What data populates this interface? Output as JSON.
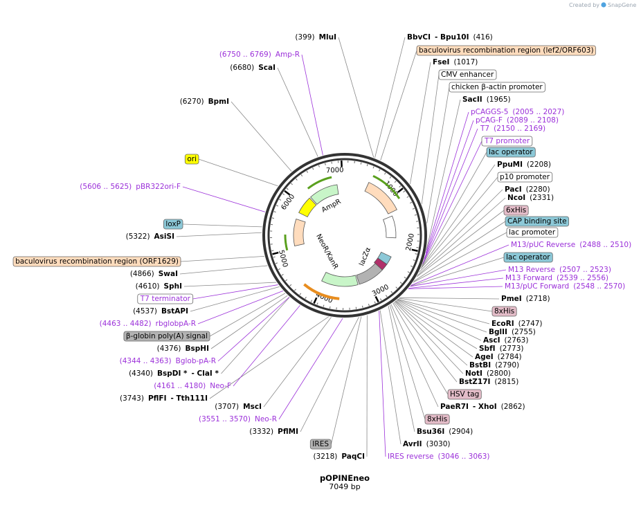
{
  "credit": {
    "created_by": "Created by",
    "brand": "SnapGene"
  },
  "map": {
    "name": "pOPINEneo",
    "length": "7049 bp",
    "ring_ticks": [
      "1000",
      "2000",
      "3000",
      "4000",
      "5000",
      "6000",
      "7000"
    ]
  },
  "inner_features": {
    "ampr": "AmpR",
    "neor": "NeoR/KanR",
    "lacz": "lacZα"
  },
  "colors": {
    "purple_primer": "#9b30d9",
    "feature_peach": "#ffdcbd",
    "feature_yellow": "#ffff00",
    "feature_blue": "#8cc8d7",
    "feature_pink": "#e3bcc8",
    "feature_gray": "#b2b2b2",
    "feature_green": "#c8f5c8",
    "arrow_green": "#5aa01e",
    "arrow_orange": "#e88d1f"
  },
  "labels": [
    {
      "num": "(399)",
      "name": "MluI"
    },
    {
      "name": "BbvCI",
      "name2": "- Bpu10I",
      "num": "(416)"
    },
    {
      "name": "baculovirus recombination region (lef2/ORF603)"
    },
    {
      "name": "FseI",
      "num": "(1017)"
    },
    {
      "name": "CMV enhancer"
    },
    {
      "name": "chicken β-actin promoter"
    },
    {
      "name": "SacII",
      "num": "(1965)"
    },
    {
      "name": "pCAGGS-5",
      "num": "(2005 .. 2027)"
    },
    {
      "name": "pCAG-F",
      "num": "(2089 .. 2108)"
    },
    {
      "name": "T7",
      "num": "(2150 .. 2169)"
    },
    {
      "name": "T7 promoter"
    },
    {
      "name": "lac operator"
    },
    {
      "name": "PpuMI",
      "num": "(2208)"
    },
    {
      "name": "p10 promoter"
    },
    {
      "name": "PacI",
      "num": "(2280)"
    },
    {
      "name": "NcoI",
      "num": "(2331)"
    },
    {
      "name": "6xHis"
    },
    {
      "name": "CAP binding site"
    },
    {
      "name": "lac promoter"
    },
    {
      "name": "M13/pUC Reverse",
      "num": "(2488 .. 2510)"
    },
    {
      "name": "lac operator"
    },
    {
      "name": "M13 Reverse",
      "num": "(2507 .. 2523)"
    },
    {
      "name": "M13 Forward",
      "num": "(2539 .. 2556)"
    },
    {
      "name": "M13/pUC Forward",
      "num": "(2548 .. 2570)"
    },
    {
      "name": "PmeI",
      "num": "(2718)"
    },
    {
      "name": "8xHis"
    },
    {
      "name": "EcoRI",
      "num": "(2747)"
    },
    {
      "name": "BglII",
      "num": "(2755)"
    },
    {
      "name": "AscI",
      "num": "(2763)"
    },
    {
      "name": "SbfI",
      "num": "(2773)"
    },
    {
      "name": "AgeI",
      "num": "(2784)"
    },
    {
      "name": "BstBI",
      "num": "(2790)"
    },
    {
      "name": "NotI",
      "num": "(2800)"
    },
    {
      "name": "BstZ17I",
      "num": "(2815)"
    },
    {
      "name": "HSV tag"
    },
    {
      "name": "PaeR7I",
      "name2": "- XhoI",
      "num": "(2862)"
    },
    {
      "name": "8xHis"
    },
    {
      "name": "Bsu36I",
      "num": "(2904)"
    },
    {
      "name": "AvrII",
      "num": "(3030)"
    },
    {
      "name": "IRES reverse",
      "num": "(3046 .. 3063)"
    },
    {
      "num": "(3218)",
      "name": "PaqCI"
    },
    {
      "name": "IRES"
    },
    {
      "num": "(3332)",
      "name": "PflMI"
    },
    {
      "num": "(3551 .. 3570)",
      "name": "Neo-R"
    },
    {
      "num": "(3707)",
      "name": "MscI"
    },
    {
      "num": "(3743)",
      "name": "PflFI",
      "name2": "- Tth111I"
    },
    {
      "num": "(4161 .. 4180)",
      "name": "Neo-F"
    },
    {
      "num": "(4340)",
      "name": "BspDI *",
      "name2": "- ClaI *"
    },
    {
      "num": "(4344 .. 4363)",
      "name": "Bglob-pA-R"
    },
    {
      "num": "(4376)",
      "name": "BspHI"
    },
    {
      "name": "β-globin poly(A) signal"
    },
    {
      "num": "(4463 .. 4482)",
      "name": "rbglobpA-R"
    },
    {
      "num": "(4537)",
      "name": "BstAPI"
    },
    {
      "name": "T7 terminator"
    },
    {
      "num": "(4610)",
      "name": "SphI"
    },
    {
      "num": "(4866)",
      "name": "SwaI"
    },
    {
      "name": "baculovirus recombination region (ORF1629)"
    },
    {
      "num": "(5322)",
      "name": "AsiSI"
    },
    {
      "name": "loxP"
    },
    {
      "num": "(5606 .. 5625)",
      "name": "pBR322ori-F"
    },
    {
      "name": "ori"
    },
    {
      "num": "(6270)",
      "name": "BpmI"
    },
    {
      "num": "(6680)",
      "name": "ScaI"
    },
    {
      "num": "(6750 .. 6769)",
      "name": "Amp-R"
    }
  ]
}
